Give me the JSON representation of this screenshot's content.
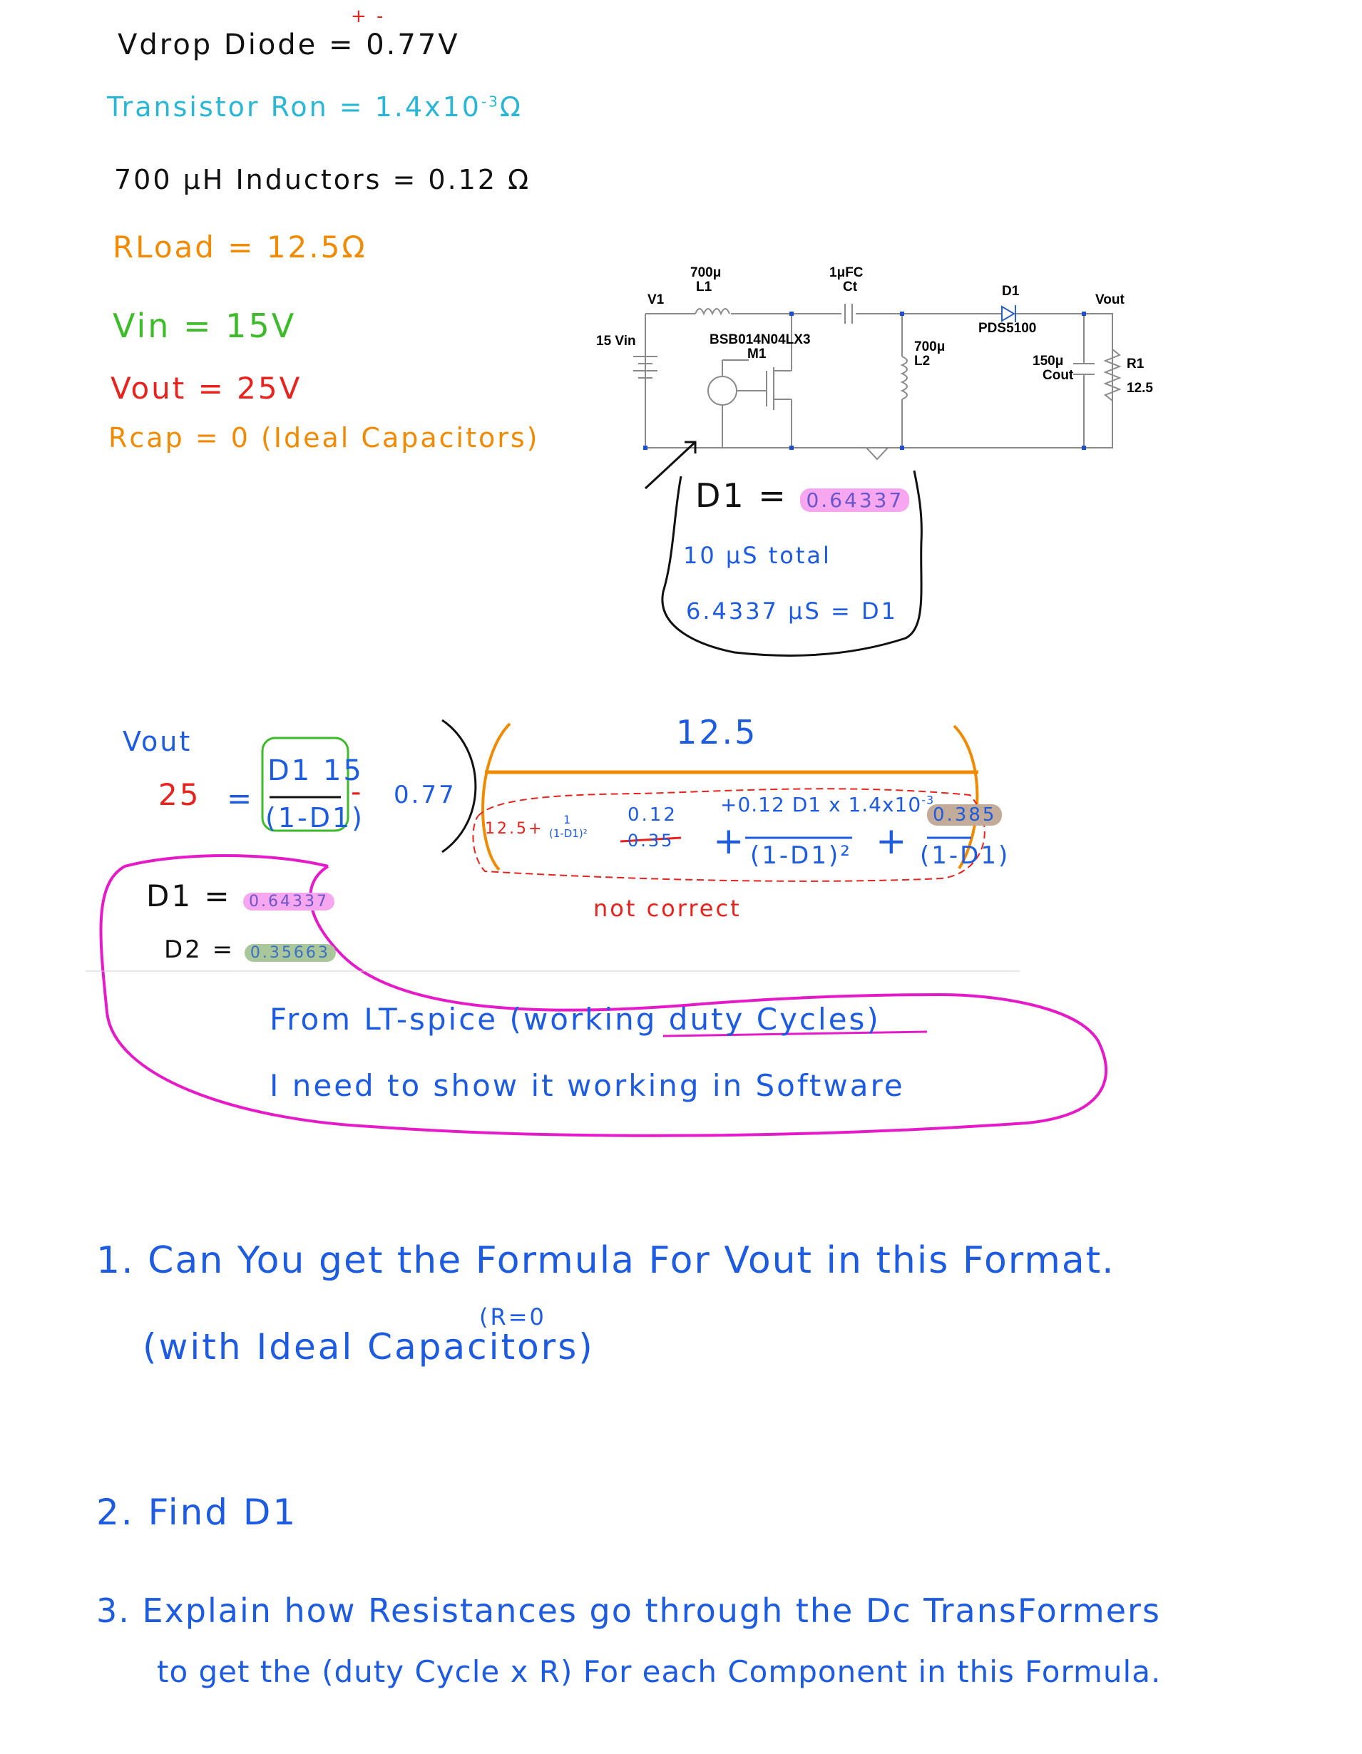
{
  "given": {
    "diode_line_prefix": "Vdrop Diode = ",
    "diode_value": "0.77V",
    "diode_polarity": "+ -",
    "transistor": "Transistor Ron = 1.4x10",
    "transistor_exp": "-3",
    "transistor_unit": "Ω",
    "inductors": "700 μH Inductors = 0.12 Ω",
    "rload": "RLoad = 12.5Ω",
    "vin": "Vin = 15V",
    "vout": "Vout = 25V",
    "rcap": "Rcap = 0 (Ideal Capacitors)"
  },
  "schematic": {
    "V1": "V1",
    "vin_value": "15 Vin",
    "L1_value": "700μ",
    "L1": "L1",
    "Ct_value": "1μFC",
    "Ct": "Ct",
    "M1_part": "BSB014N04LX3",
    "M1": "M1",
    "L2_value": "700μ",
    "L2": "L2",
    "D1": "D1",
    "D1_part": "PDS5100",
    "vout_node": "Vout",
    "Cout_value": "150μ",
    "Cout": "Cout",
    "R1": "R1",
    "R1_value": "12.5"
  },
  "note_box": {
    "d1_label": "D1 =",
    "d1_value": "0.64337",
    "total": "10 μS total",
    "on_time": "6.4337 μS = D1"
  },
  "equation": {
    "vout_label": "Vout",
    "vout_value": "25",
    "equals": "=",
    "num": "D1 15",
    "den": "(1-D1)",
    "minus": "-",
    "diode_drop": "0.77",
    "numerator_big": "12.5",
    "term1": "12.5+",
    "term1_frac_num": "1",
    "term1_frac_den": "(1-D1)²",
    "term_a_top": "0.12",
    "term_a_struck": "0.35",
    "term_b_top": "+0.12 D1 x 1.4x10",
    "term_b_exp": "-3",
    "term_b_den": "(1-D1)²",
    "term_c_top": "0.385",
    "term_c_den": "(1-D1)",
    "plus": "+",
    "not_correct": "not correct"
  },
  "duty": {
    "d1_label": "D1 =",
    "d1_value": "0.64337",
    "d2_label": "D2 =",
    "d2_value": "0.35663",
    "from_ltspice": "From LT-spice (working duty Cycles)",
    "need_show": "I need to show it working in Software"
  },
  "questions": {
    "q1_line1": "1. Can You get the Formula For Vout in this Format.",
    "q1_line2": "(with Ideal Capacitors)",
    "q1_r": "(R=0",
    "q2": "2. Find D1",
    "q3_line1": "3. Explain how Resistances go through the Dc TransFormers",
    "q3_line2": "to get the (duty Cycle x R) For each Component in this Formula."
  },
  "colors": {
    "black": "#111111",
    "cyan": "#2ab7d6",
    "orange": "#f08a00",
    "green": "#3dbb2b",
    "red": "#e8221d",
    "blue": "#1d5be0",
    "magenta": "#e51ac8",
    "hl_pink": "#f7a6f0",
    "hl_cyan": "#59e0ea",
    "hl_tan": "#c2ab98",
    "hl_sage": "#a9c79a"
  }
}
